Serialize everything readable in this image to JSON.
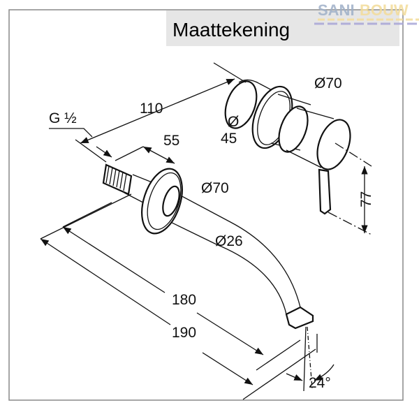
{
  "header": {
    "title": "Maattekening"
  },
  "watermark": {
    "part1": "SANI",
    "part2": "BOUW",
    "color1": "#9fb0c8",
    "color2": "#f3dc9a"
  },
  "dimensions": {
    "thread": "G ½",
    "total_depth_mixer": "110",
    "thread_length": "55",
    "mixer_rosette_diameter": "Ø70",
    "mixer_body_diameter_symbol": "Ø",
    "mixer_body_diameter_value": "45",
    "lever_height": "77",
    "spout_rosette_diameter": "Ø70",
    "spout_diameter": "Ø26",
    "spout_projection_1": "180",
    "spout_projection_2": "190",
    "spout_angle": "24°"
  }
}
